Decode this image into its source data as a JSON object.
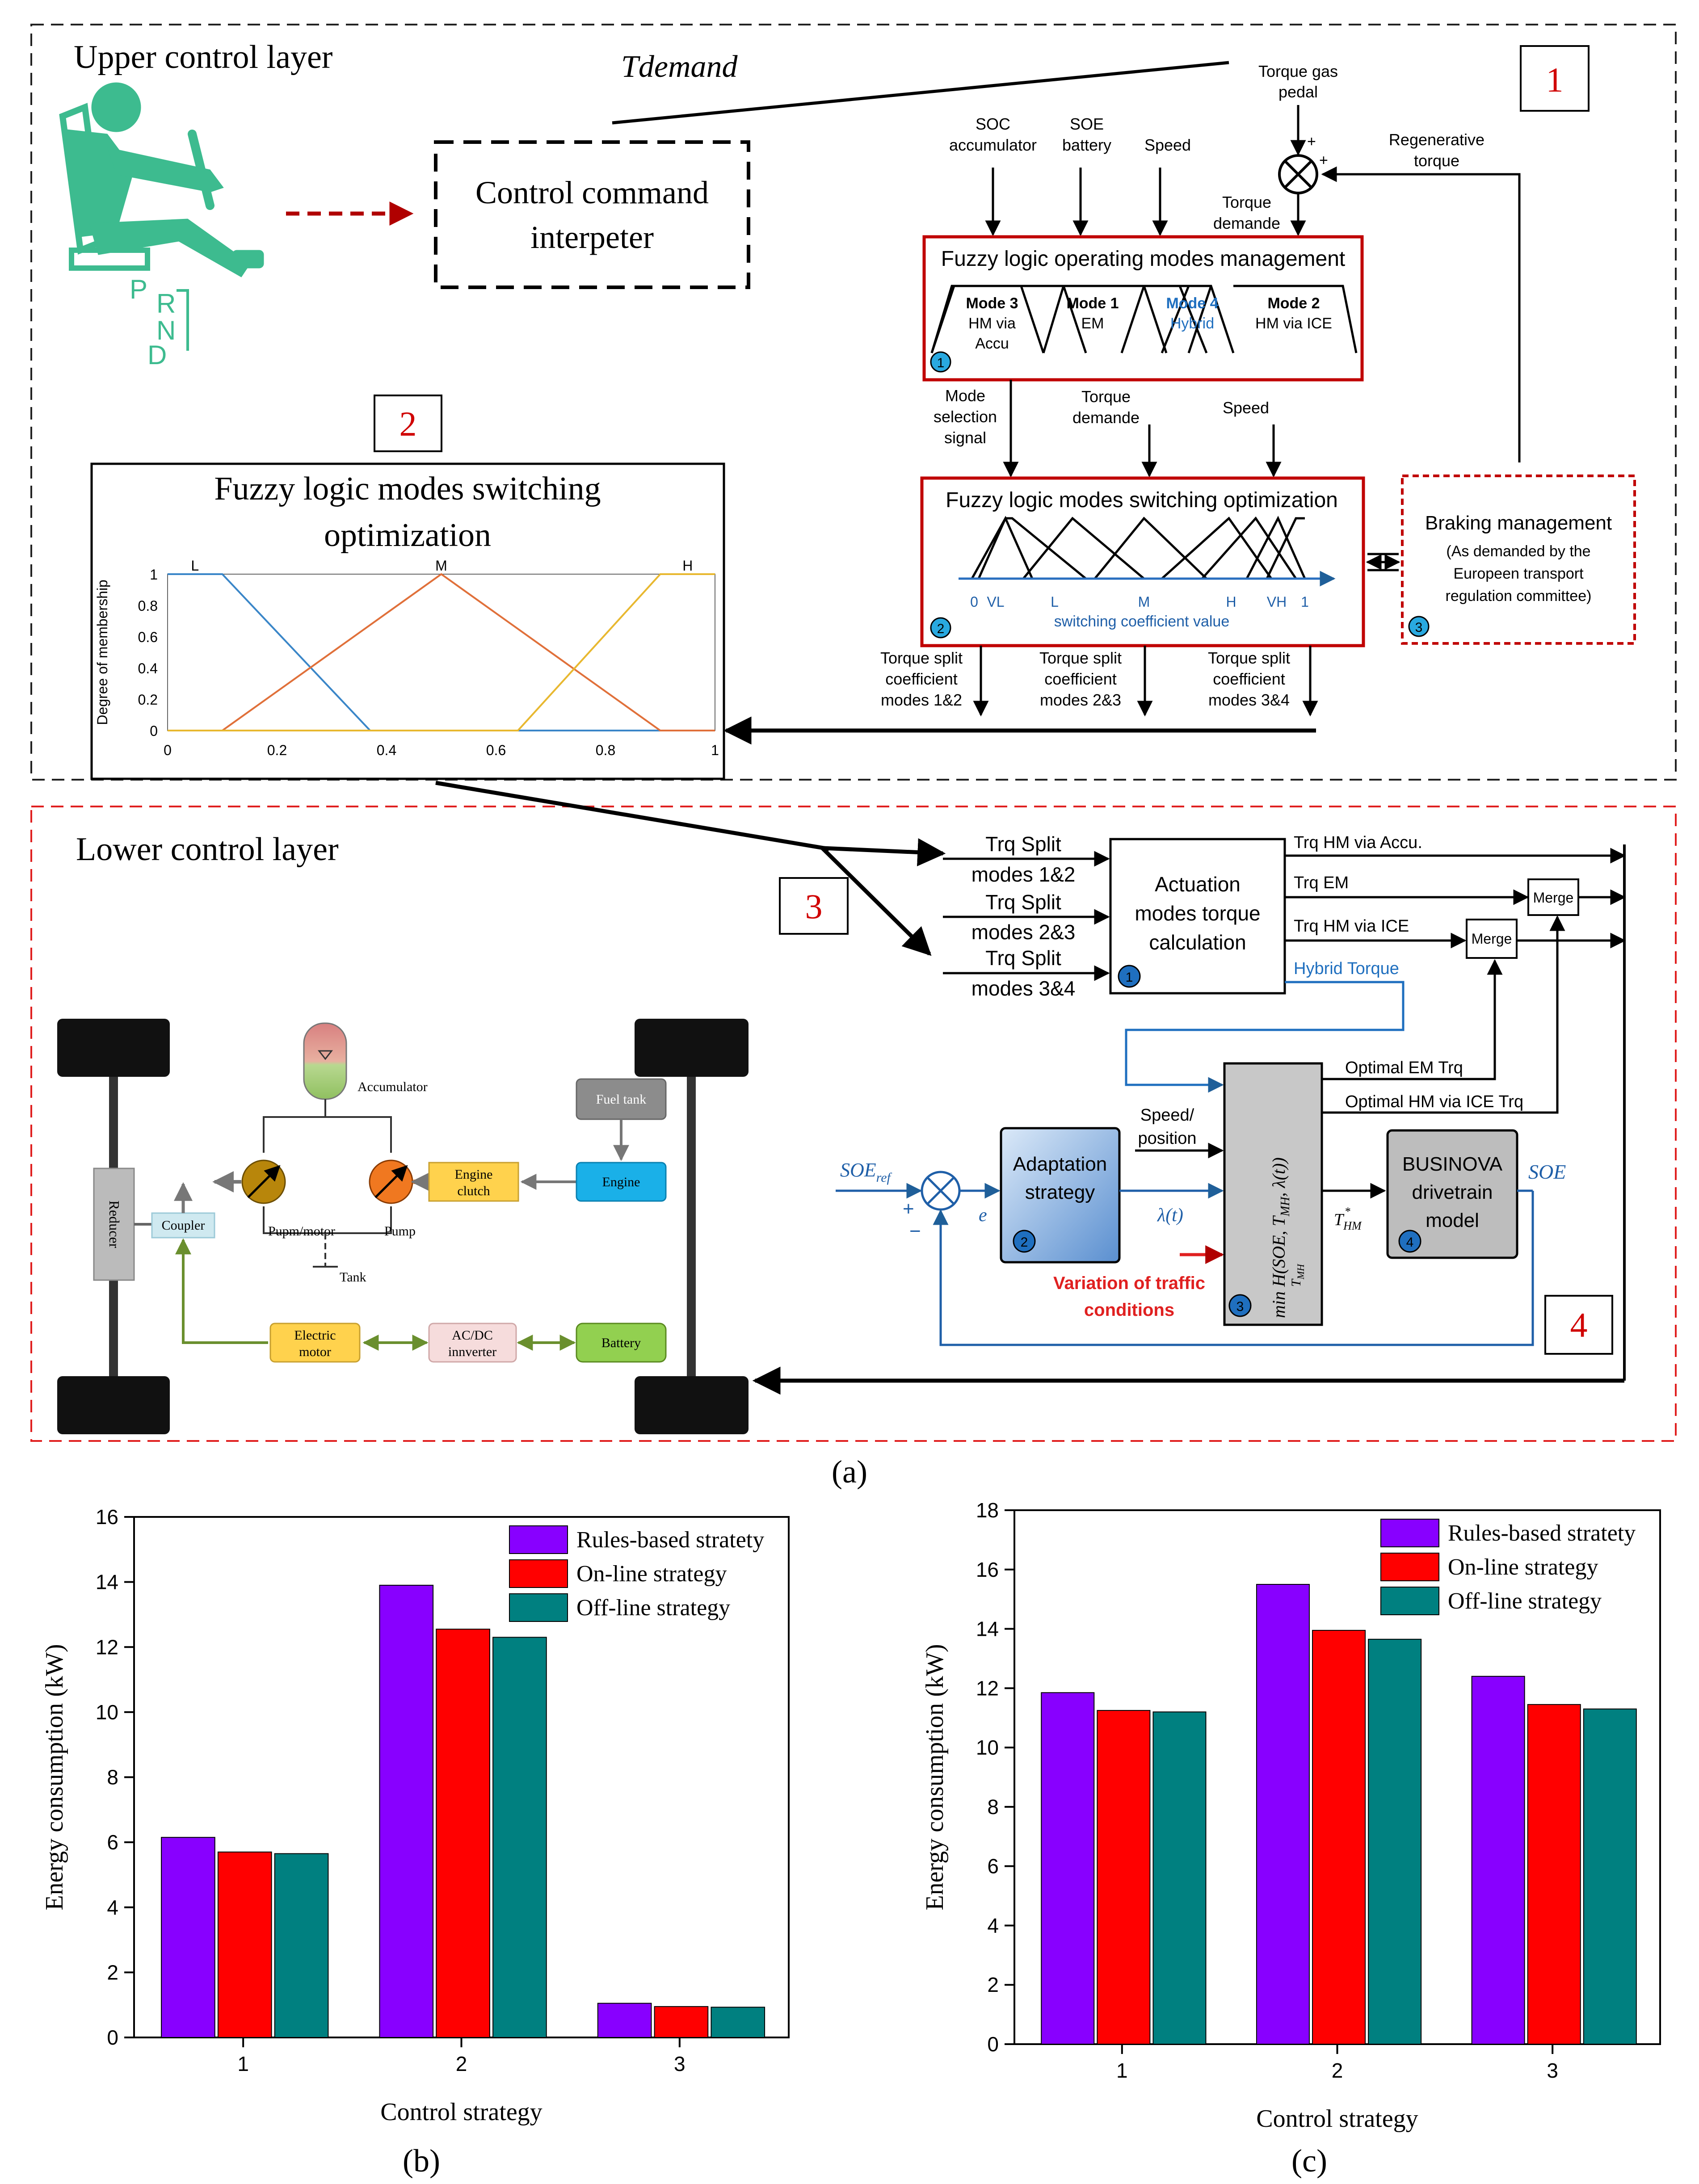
{
  "upper": {
    "title": "Upper control layer",
    "tdemand": "Tdemand",
    "gear": {
      "p": "P",
      "r": "R",
      "n": "N",
      "d": "D"
    },
    "interpreter": [
      "Control command",
      "interpeter"
    ],
    "num1": "1",
    "num2": "2",
    "num3": "3",
    "num4": "4",
    "torque_gas_pedal": [
      "Torque gas",
      "pedal"
    ],
    "soc": [
      "SOC",
      "accumulator"
    ],
    "soe": [
      "SOE",
      "battery"
    ],
    "speed": "Speed",
    "regen": [
      "Regenerative",
      "torque"
    ],
    "torque_demande": [
      "Torque",
      "demande"
    ],
    "plus": "+",
    "modes_title": "Fuzzy logic operating modes management",
    "mode3": [
      "Mode 3",
      "HM via",
      "Accu"
    ],
    "mode1": [
      "Mode 1",
      "EM"
    ],
    "mode4": [
      "Mode 4",
      "Hybrid"
    ],
    "mode2": [
      "Mode 2",
      "HM via ICE"
    ],
    "mode_selection": [
      "Mode",
      "selection",
      "signal"
    ],
    "switch_title": "Fuzzy logic modes switching optimization",
    "switch_ticks": [
      "0",
      "VL",
      "L",
      "M",
      "H",
      "VH",
      "1"
    ],
    "switch_axis": "switching coefficient value",
    "braking": [
      "Braking management",
      "(As demanded by the",
      "Europeen transport",
      "regulation committee)"
    ],
    "split12": [
      "Torque split",
      "coefficient",
      "modes 1&2"
    ],
    "split23": [
      "Torque split",
      "coefficient",
      "modes 2&3"
    ],
    "split34": [
      "Torque split",
      "coefficient",
      "modes 3&4"
    ],
    "badge1": "1",
    "badge2": "2",
    "badge3": "3",
    "badge4": "4"
  },
  "membership": {
    "title": [
      "Fuzzy logic modes switching",
      "optimization"
    ],
    "ylabel": "Degree of membership",
    "labels": [
      "L",
      "M",
      "H"
    ],
    "yticks": [
      "0",
      "0.2",
      "0.4",
      "0.6",
      "0.8",
      "1"
    ],
    "xticks": [
      "0",
      "0.2",
      "0.4",
      "0.6",
      "0.8",
      "1"
    ],
    "colors": [
      "#3a86c8",
      "#e0703a",
      "#e8b830"
    ]
  },
  "lower": {
    "title": "Lower control layer",
    "trq12": [
      "Trq Split",
      "modes 1&2"
    ],
    "trq23": [
      "Trq Split",
      "modes 2&3"
    ],
    "trq34": [
      "Trq Split",
      "modes 3&4"
    ],
    "actuation": [
      "Actuation",
      "modes torque",
      "calculation"
    ],
    "out_hm_accu": "Trq HM via Accu.",
    "out_em": "Trq EM",
    "out_hm_ice": "Trq HM via ICE",
    "hybrid_torque": "Hybrid Torque",
    "merge": "Merge",
    "opt_em": "Optimal EM Trq",
    "opt_hm": "Optimal HM via ICE Trq",
    "soe_ref": "SOE",
    "soe_ref_sub": "ref",
    "plus": "+",
    "minus": "−",
    "e": "e",
    "adaptation": [
      "Adaptation",
      "strategy"
    ],
    "lambda": "λ(t)",
    "speed_pos": [
      "Speed/",
      "position"
    ],
    "min_expr": "min H(SOE, T",
    "min_sub": "MH",
    "min_tail": ", λ(t))",
    "min_under": "T",
    "t_hm": "T",
    "t_hm_sub": "HM",
    "t_hm_sup": "*",
    "traffic": [
      "Variation of traffic",
      "conditions"
    ],
    "businova": [
      "BUSINOVA",
      "drivetrain",
      "model"
    ],
    "soe_out": "SOE"
  },
  "drivetrain": {
    "accumulator": "Accumulator",
    "fuel_tank": "Fuel tank",
    "engine": "Engine",
    "engine_clutch": [
      "Engine",
      "clutch"
    ],
    "reducer": "Reducer",
    "coupler": "Coupler",
    "pump_motor": "Pupm/motor",
    "pump": "Pump",
    "tank": "Tank",
    "electric_motor": [
      "Electric",
      "motor"
    ],
    "inverter": [
      "AC/DC",
      "innverter"
    ],
    "battery": "Battery"
  },
  "captions": {
    "a": "(a)",
    "b": "(b)",
    "c": "(c)"
  },
  "chart_data": [
    {
      "type": "bar",
      "categories": [
        "1",
        "2",
        "3"
      ],
      "series": [
        {
          "name": "Rules-based stratety",
          "values": [
            6.15,
            13.9,
            1.05
          ],
          "color": "#8800ff"
        },
        {
          "name": "On-line strategy",
          "values": [
            5.7,
            12.55,
            0.95
          ],
          "color": "#ff0000"
        },
        {
          "name": "Off-line strategy",
          "values": [
            5.65,
            12.3,
            0.93
          ],
          "color": "#008080"
        }
      ],
      "xlabel": "Control strategy",
      "ylabel": "Energy consumption (kW)",
      "ylim": [
        0,
        16
      ],
      "yticks": [
        "0",
        "2",
        "4",
        "6",
        "8",
        "10",
        "12",
        "14",
        "16"
      ],
      "legend": "top-right"
    },
    {
      "type": "bar",
      "categories": [
        "1",
        "2",
        "3"
      ],
      "series": [
        {
          "name": "Rules-based stratety",
          "values": [
            11.85,
            15.5,
            12.4
          ],
          "color": "#8800ff"
        },
        {
          "name": "On-line strategy",
          "values": [
            11.25,
            13.95,
            11.45
          ],
          "color": "#ff0000"
        },
        {
          "name": "Off-line strategy",
          "values": [
            11.2,
            13.65,
            11.3
          ],
          "color": "#008080"
        }
      ],
      "xlabel": "Control strategy",
      "ylabel": "Energy consumption (kW)",
      "ylim": [
        0,
        18
      ],
      "yticks": [
        "0",
        "2",
        "4",
        "6",
        "8",
        "10",
        "12",
        "14",
        "16",
        "18"
      ],
      "legend": "top-right"
    }
  ]
}
